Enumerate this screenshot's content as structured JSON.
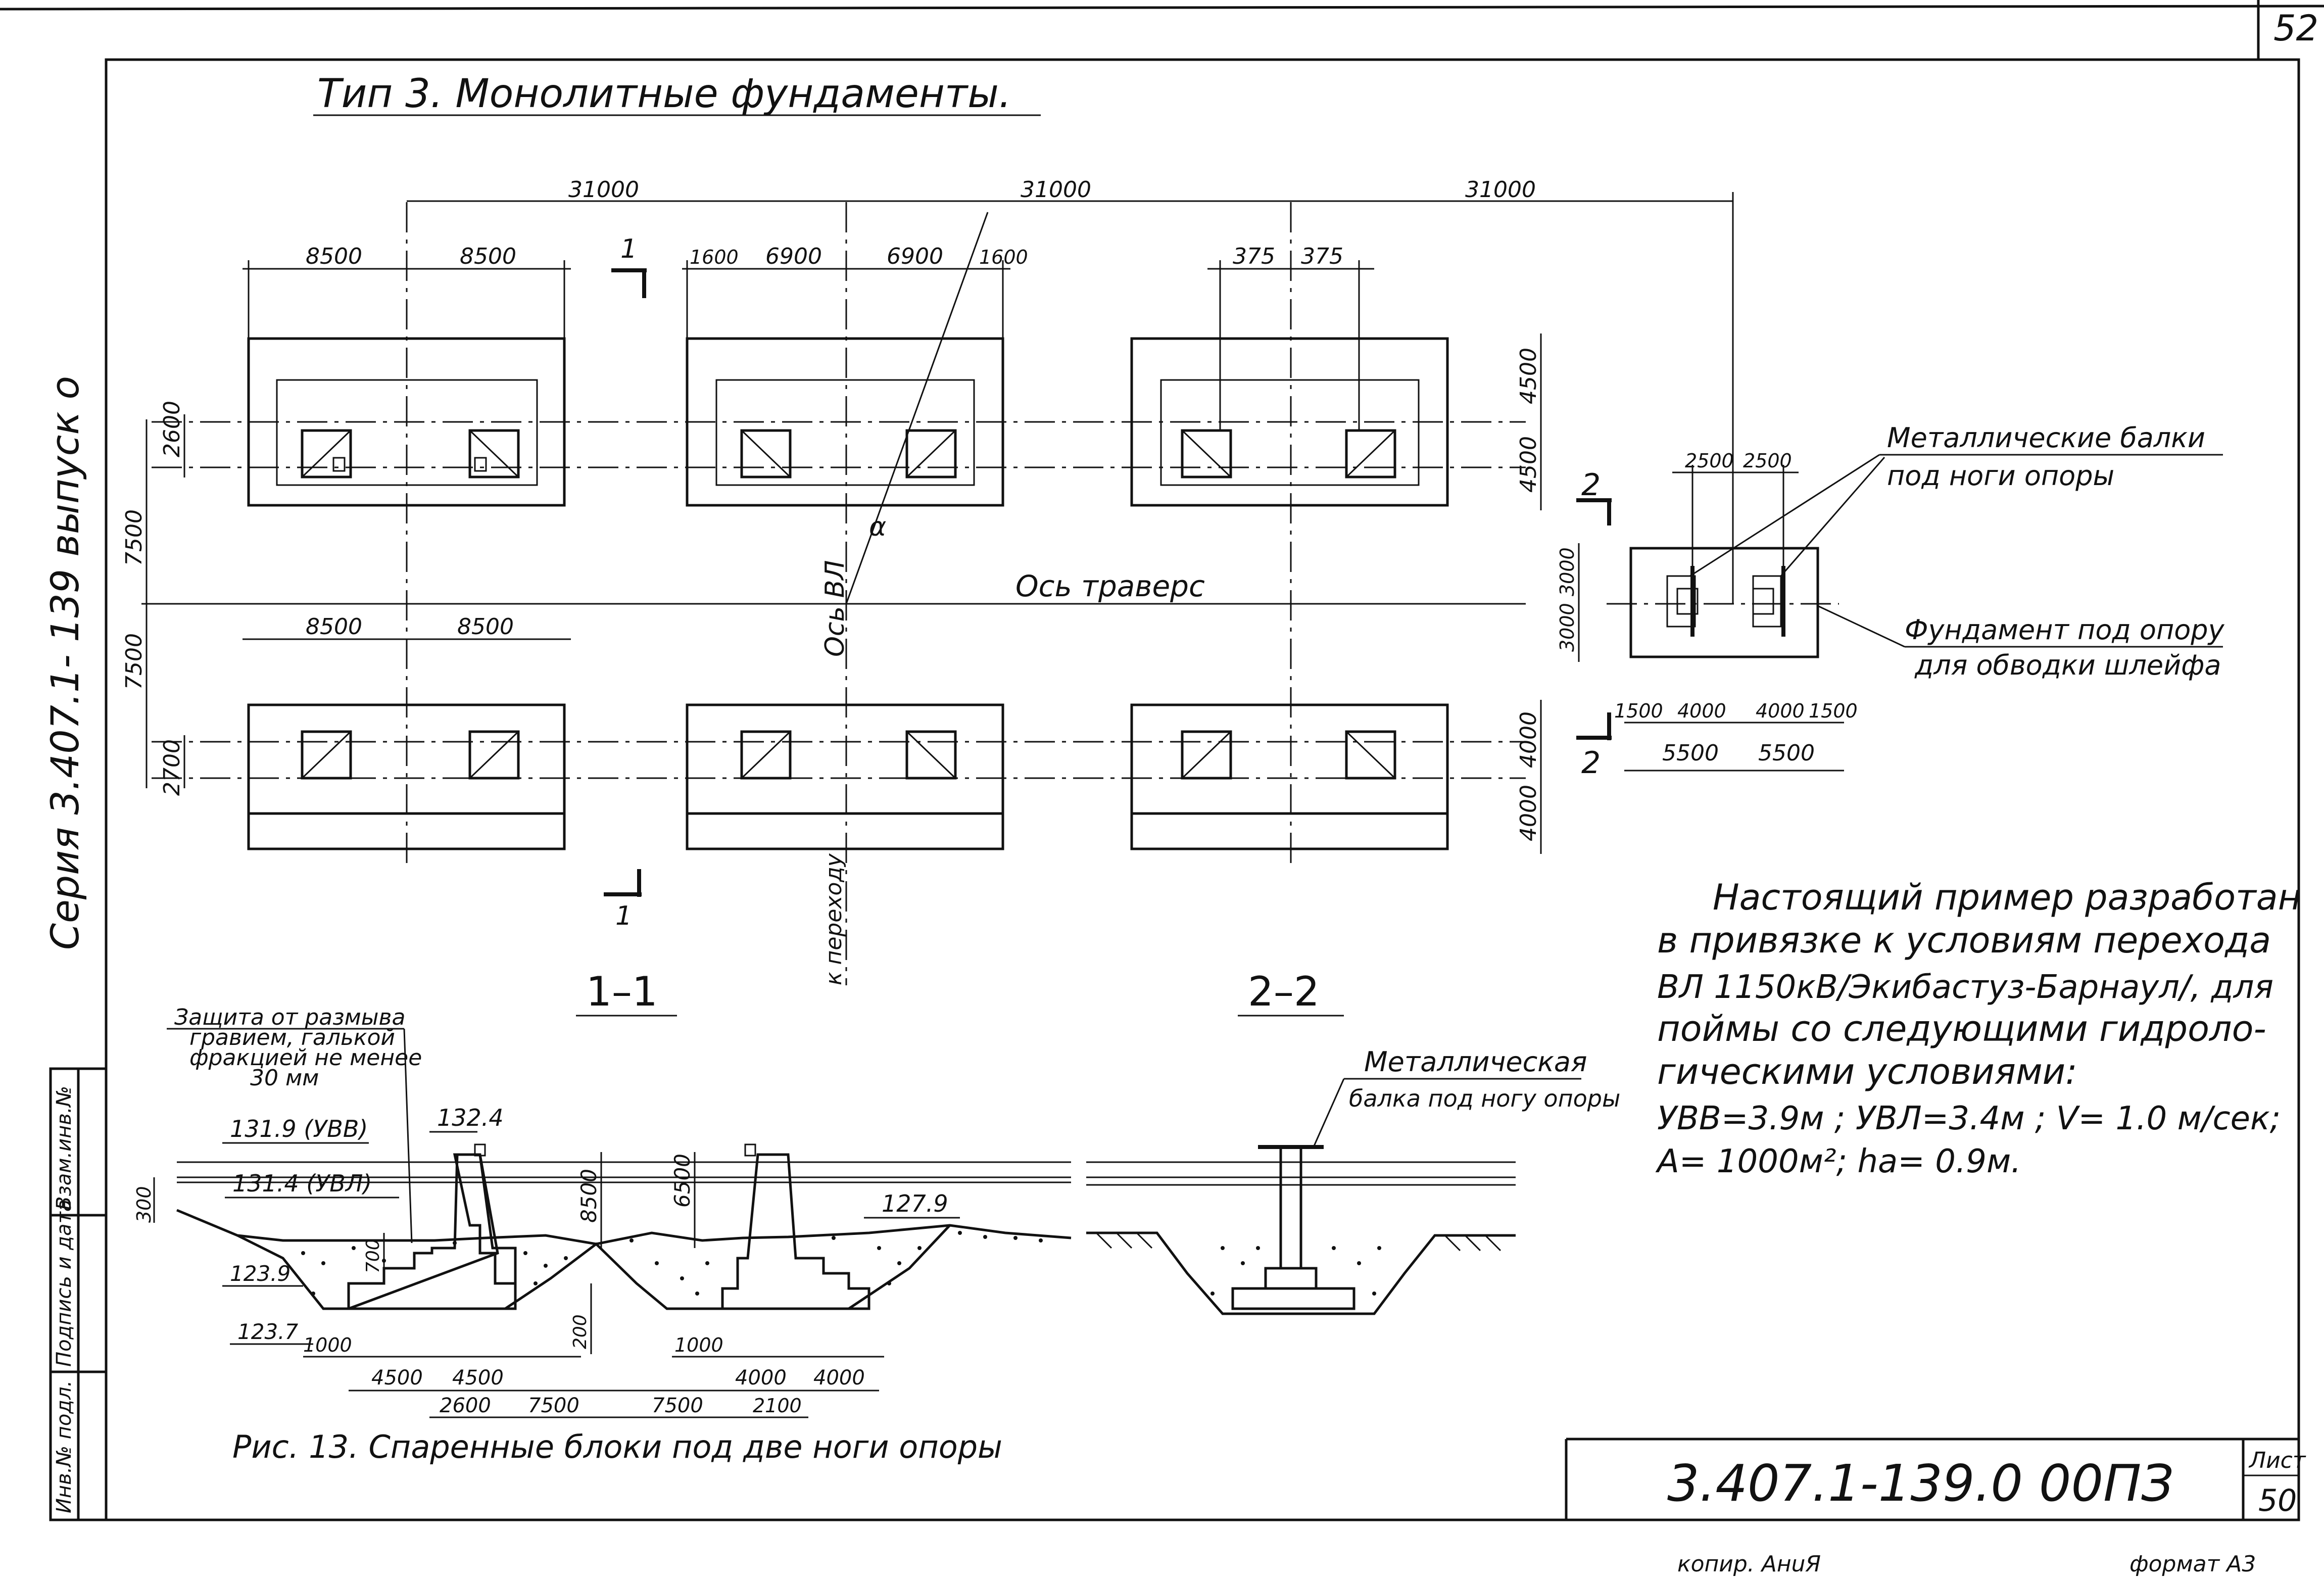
{
  "sheet": {
    "page_number": "52",
    "title": "Тип 3. Монолитные фундаменты.",
    "series_vertical": "Серия 3.407.1- 139 выпуск о",
    "stamp_code": "3.407.1-139.0 00ПЗ",
    "list_label": "Лист",
    "list_number": "50",
    "copy_label": "копир. АнuЯ",
    "format_label": "формат А3",
    "side_stamp": [
      "Взам.инв.№",
      "Подпись и дата",
      "Инв.№ подл."
    ]
  },
  "plan": {
    "top_dims": [
      "31000",
      "31000",
      "31000"
    ],
    "left_group_dims": [
      "8500",
      "8500"
    ],
    "mid_group_dims": [
      "1600",
      "6900",
      "6900",
      "1600"
    ],
    "right_group_dims": [
      "375",
      "375"
    ],
    "right_vertical_dims": [
      "4500",
      "4500",
      "4000",
      "4000"
    ],
    "left_vertical_dims": [
      "2600",
      "7500",
      "7500",
      "2700"
    ],
    "lower_left_dims": [
      "8500",
      "8500"
    ],
    "axis_traverse_label": "Ось траверс",
    "axis_vl_label": "Ось ВЛ",
    "alpha_label": "α",
    "crossing_label": "к переходу",
    "section_mark_1": "1",
    "section_mark_2": "2"
  },
  "aux_foundation": {
    "label_beams": [
      "Металлические балки",
      "под ноги опоры"
    ],
    "label_foundation": [
      "Фундамент под опору",
      "для обводки шлейфа"
    ],
    "top_dims": [
      "2500",
      "2500"
    ],
    "left_dims": [
      "3000",
      "3000"
    ],
    "bottom_dims_1": [
      "1500",
      "4000",
      "4000",
      "1500"
    ],
    "bottom_dims_2": [
      "5500",
      "5500"
    ]
  },
  "note": {
    "lines": [
      "Настоящий пример разработан",
      "в привязке к условиям перехода",
      "ВЛ 1150кВ/Экибастуз-Барнаул/, для",
      "поймы со следующими гидроло-",
      "гическими условиями:",
      "УВВ=3.9м ;  УВЛ=3.4м ;    V= 1.0 м/сек;",
      "А= 1000м²;  hа= 0.9м."
    ]
  },
  "section_1_1": {
    "label": "1–1",
    "protection_note": [
      "Защита от размыва",
      "гравием, галькой",
      "фракцией не менее",
      "30 мм"
    ],
    "levels": [
      "131.9 (УВВ)",
      "131.4 (УВЛ)",
      "132.4",
      "127.9",
      "123.9",
      "123.7"
    ],
    "vertical_dims": [
      "300",
      "8500",
      "6500",
      "700",
      "200"
    ],
    "bottom_dims_1": [
      "1000",
      "4500",
      "4500",
      "1000",
      "4000",
      "4000"
    ],
    "bottom_dims_2": [
      "2600",
      "7500",
      "7500",
      "2100"
    ]
  },
  "section_2_2": {
    "label": "2–2",
    "beam_note": [
      "Металлическая",
      "балка под ногу опоры"
    ]
  },
  "figure_caption": "Рис. 13. Спаренные блоки  под две ноги опоры"
}
